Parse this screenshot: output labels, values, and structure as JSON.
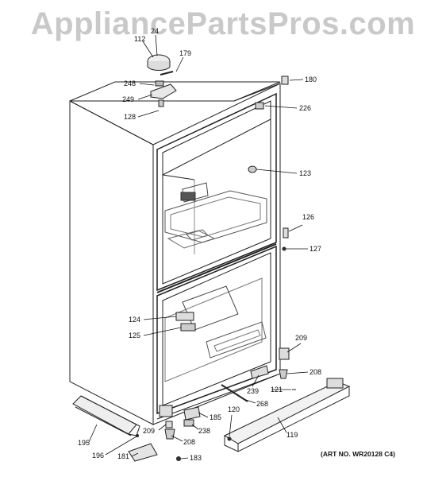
{
  "watermark": "AppliancePartsPros.com",
  "art_number": "(ART NO. WR20128 C4)",
  "part_labels": {
    "p112": "112",
    "p24": "24",
    "p179": "179",
    "p248": "248",
    "p249": "249",
    "p128": "128",
    "p180": "180",
    "p226": "226",
    "p123": "123",
    "p126": "126",
    "p127": "127",
    "p124": "124",
    "p125": "125",
    "p209a": "209",
    "p208a": "208",
    "p121": "121",
    "p239": "239",
    "p268": "268",
    "p120": "120",
    "p119": "119",
    "p185": "185",
    "p238": "238",
    "p209b": "209",
    "p208b": "208",
    "p195": "195",
    "p196": "196",
    "p181": "181",
    "p183": "183"
  }
}
